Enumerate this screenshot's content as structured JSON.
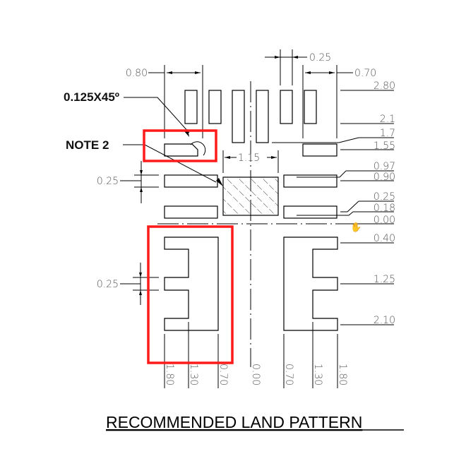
{
  "title": "RECOMMENDED LAND PATTERN",
  "notes": {
    "chamfer": "0.125X45º",
    "note2": "NOTE 2"
  },
  "dims_top": {
    "pad_len": "0.80",
    "pitch": "0.25",
    "right_len": "0.70",
    "center_width": "1.15"
  },
  "dims_left": {
    "pad_width_upper": "0.25",
    "pad_width_lower": "0.25"
  },
  "dims_right": [
    "2.80",
    "2.1",
    "1.7",
    "1.55",
    "0.97",
    "0.90",
    "0.25",
    "0.18",
    "0.00",
    "0.40",
    "1.25",
    "2.10"
  ],
  "dims_bottom": [
    "1.80",
    "1.30",
    "0.70",
    "0.00",
    "0.70",
    "1.30",
    "1.80"
  ],
  "highlight_color": "#ff1a1a"
}
